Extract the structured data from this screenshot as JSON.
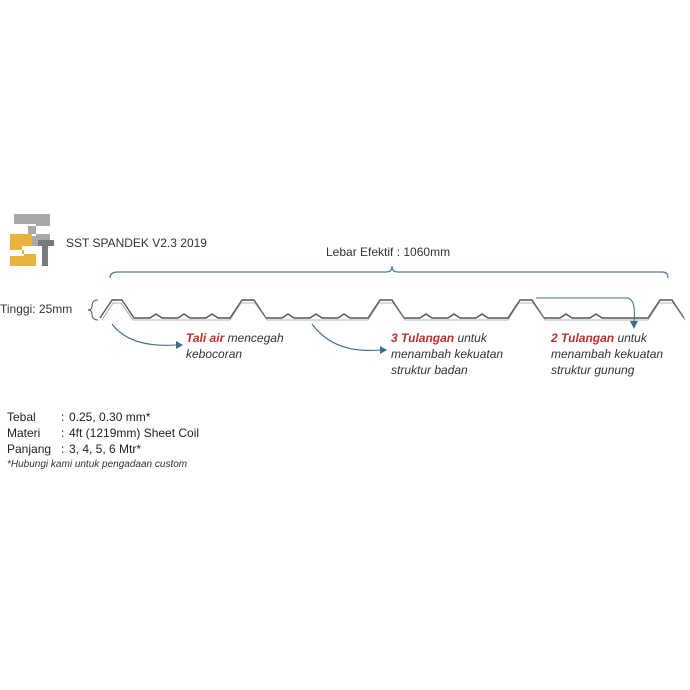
{
  "header": {
    "title": "SST SPANDEK V2.3 2019"
  },
  "dimensions": {
    "width_label": "Lebar Efektif : 1060mm",
    "height_label": "Tinggi: 25mm"
  },
  "annotations": [
    {
      "highlight": "Tali air",
      "line1_rest": " mencegah",
      "line2": "kebocoran",
      "line3": ""
    },
    {
      "highlight": "3 Tulangan",
      "line1_rest": " untuk",
      "line2": "menambah kekuatan",
      "line3": "struktur badan"
    },
    {
      "highlight": "2 Tulangan",
      "line1_rest": " untuk",
      "line2": "menambah kekuatan",
      "line3": "struktur gunung"
    }
  ],
  "specs": [
    {
      "key": "Tebal",
      "sep": ":",
      "value": "0.25, 0.30 mm*"
    },
    {
      "key": "Materi",
      "sep": ":",
      "value": "4ft (1219mm) Sheet Coil"
    },
    {
      "key": "Panjang",
      "sep": ":",
      "value": "3, 4, 5, 6 Mtr*"
    }
  ],
  "footnote": "*Hubungi kami untuk pengadaan custom",
  "colors": {
    "highlight": "#c0302a",
    "arrow": "#3d6f8c",
    "bracket": "#4a7f97",
    "profile": "#555555",
    "logo_gold": "#e8b33a",
    "logo_gray": "#a8a8a8"
  }
}
